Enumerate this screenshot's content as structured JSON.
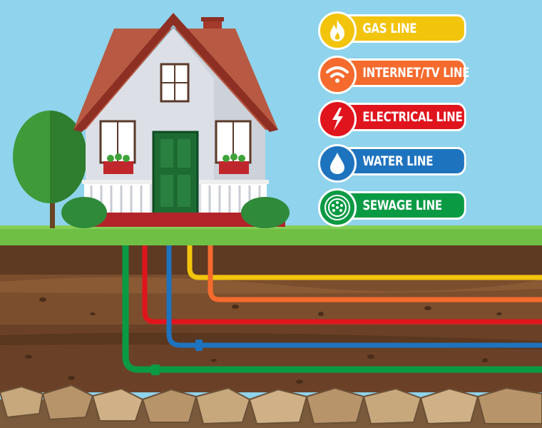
{
  "legend": {
    "items": [
      {
        "label": "GAS LINE",
        "icon": "flame-icon",
        "color": "#f2c40c"
      },
      {
        "label": "INTERNET/TV LINE",
        "icon": "wifi-icon",
        "color": "#f56a2d"
      },
      {
        "label": "ELECTRICAL LINE",
        "icon": "lightning-icon",
        "color": "#e0141d"
      },
      {
        "label": "WATER LINE",
        "icon": "water-drop-icon",
        "color": "#1e73be"
      },
      {
        "label": "SEWAGE LINE",
        "icon": "sewer-grate-icon",
        "color": "#0b9a44"
      }
    ]
  }
}
